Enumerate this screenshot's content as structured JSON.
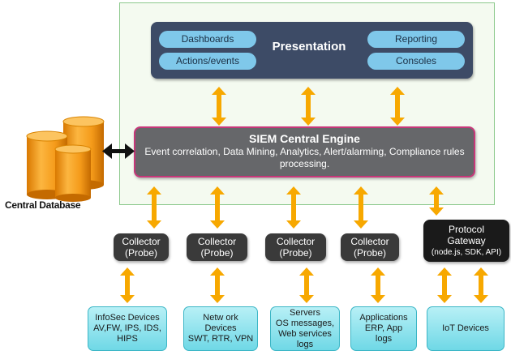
{
  "presentation": {
    "title": "Presentation",
    "items": [
      "Dashboards",
      "Actions/events",
      "Reporting",
      "Consoles"
    ]
  },
  "engine": {
    "title": "SIEM Central Engine",
    "description": "Event correlation, Data Mining, Analytics, Alert/alarming, Compliance rules processing."
  },
  "database": {
    "label": "Central Database"
  },
  "collectors": [
    {
      "line1": "Collector",
      "line2": "(Probe)"
    },
    {
      "line1": "Collector",
      "line2": "(Probe)"
    },
    {
      "line1": "Collector",
      "line2": "(Probe)"
    },
    {
      "line1": "Collector",
      "line2": "(Probe)"
    }
  ],
  "gateway": {
    "line1": "Protocol",
    "line2": "Gateway",
    "line3": "(node.js, SDK, API)"
  },
  "devices": [
    {
      "lines": [
        "InfoSec Devices",
        "AV,FW, IPS, IDS,",
        "HIPS"
      ]
    },
    {
      "lines": [
        "Netw ork",
        "Devices",
        "SWT, RTR, VPN"
      ]
    },
    {
      "lines": [
        "Servers",
        "OS messages,",
        "Web services",
        "logs"
      ]
    },
    {
      "lines": [
        "Applications",
        "ERP, App",
        "logs"
      ]
    },
    {
      "lines": [
        "IoT Devices"
      ]
    }
  ],
  "colors": {
    "arrow": "#f7a800",
    "presentation_bg": "#3d4b66",
    "pill": "#7fc8ea",
    "engine_bg": "#66676a",
    "engine_border": "#c8377a",
    "collector_bg": "#3a3a3a",
    "device_bg": "#8fe0ea",
    "database": "#f59b1a"
  }
}
